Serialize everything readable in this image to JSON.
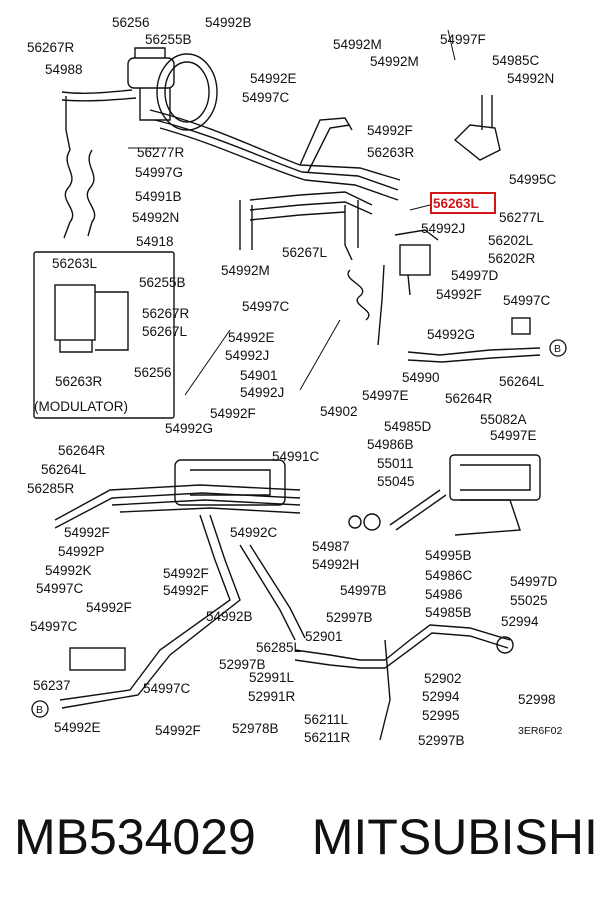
{
  "labels": {
    "l56256a": "56256",
    "l54992B_top": "54992B",
    "l56267R_top": "56267R",
    "l56255B_top": "56255B",
    "l54992M_a": "54992M",
    "l54997F_top": "54997F",
    "l54988": "54988",
    "l54992M_b": "54992M",
    "l54985C": "54985C",
    "l54992E_top": "54992E",
    "l54992N_r": "54992N",
    "l54997C_a": "54997C",
    "l54992F_a": "54992F",
    "l56277R": "56277R",
    "l56263R_top": "56263R",
    "l54997G_a": "54997G",
    "l54995C": "54995C",
    "l54991B": "54991B",
    "l56263L_hl": "56263L",
    "l54992N_l": "54992N",
    "l56277L": "56277L",
    "l54992J_a": "54992J",
    "l54918": "54918",
    "l56202L": "56202L",
    "l56267L_mid": "56267L",
    "l56202R": "56202R",
    "l54992M_c": "54992M",
    "l54997D_a": "54997D",
    "l54992F_b": "54992F",
    "l54997C_b": "54997C",
    "l54997C_c": "54997C",
    "l54992G_a": "54992G",
    "l54992E_b": "54992E",
    "l54992J_b": "54992J",
    "l54901": "54901",
    "l54990": "54990",
    "l56264L_a": "56264L",
    "l54992J_c": "54992J",
    "l54997E_a": "54997E",
    "l56264R_a": "56264R",
    "l54902": "54902",
    "l54992F_c": "54992F",
    "l54985D": "54985D",
    "l55082A": "55082A",
    "l54992G_b": "54992G",
    "l54986B": "54986B",
    "l54997E_b": "54997E",
    "l56264R_b": "56264R",
    "l54991C": "54991C",
    "l55011": "55011",
    "l56264L_b": "56264L",
    "l55045": "55045",
    "l56285R": "56285R",
    "l54992F_d": "54992F",
    "l54992C": "54992C",
    "l54987": "54987",
    "l54995B": "54995B",
    "l54992P": "54992P",
    "l54992H": "54992H",
    "l54986C": "54986C",
    "l54992K": "54992K",
    "l54992F_e": "54992F",
    "l54997D_b": "54997D",
    "l54997C_d": "54997C",
    "l54992F_f": "54992F",
    "l54997B": "54997B",
    "l54986": "54986",
    "l55025": "55025",
    "l54992F_g": "54992F",
    "l54992B_mid": "54992B",
    "l54985B": "54985B",
    "l52997B_a": "52997B",
    "l52994_a": "52994",
    "l54997C_e": "54997C",
    "l56285L": "56285L",
    "l52901": "52901",
    "l52997B_b": "52997B",
    "l52902": "52902",
    "l56237": "56237",
    "l54997C_f": "54997C",
    "l52991L": "52991L",
    "l52994_b": "52994",
    "l52998": "52998",
    "l52991R": "52991R",
    "l52995": "52995",
    "l54992E_c": "54992E",
    "l54992F_h": "54992F",
    "l52978B": "52978B",
    "l56211L": "56211L",
    "l56211R": "56211R",
    "l52997B_c": "52997B",
    "l3ER6F02": "3ER6F02"
  },
  "modulator": {
    "l56263L": "56263L",
    "l56255B": "56255B",
    "l56267R": "56267R",
    "l56267L": "56267L",
    "l56263R": "56263R",
    "l56256": "56256",
    "caption": "(MODULATOR)"
  },
  "callout_letter": "B",
  "footer": {
    "part_number": "MB534029",
    "brand": "MITSUBISHI"
  },
  "colors": {
    "ink": "#111111",
    "highlight": "#d01818",
    "background": "#ffffff"
  }
}
